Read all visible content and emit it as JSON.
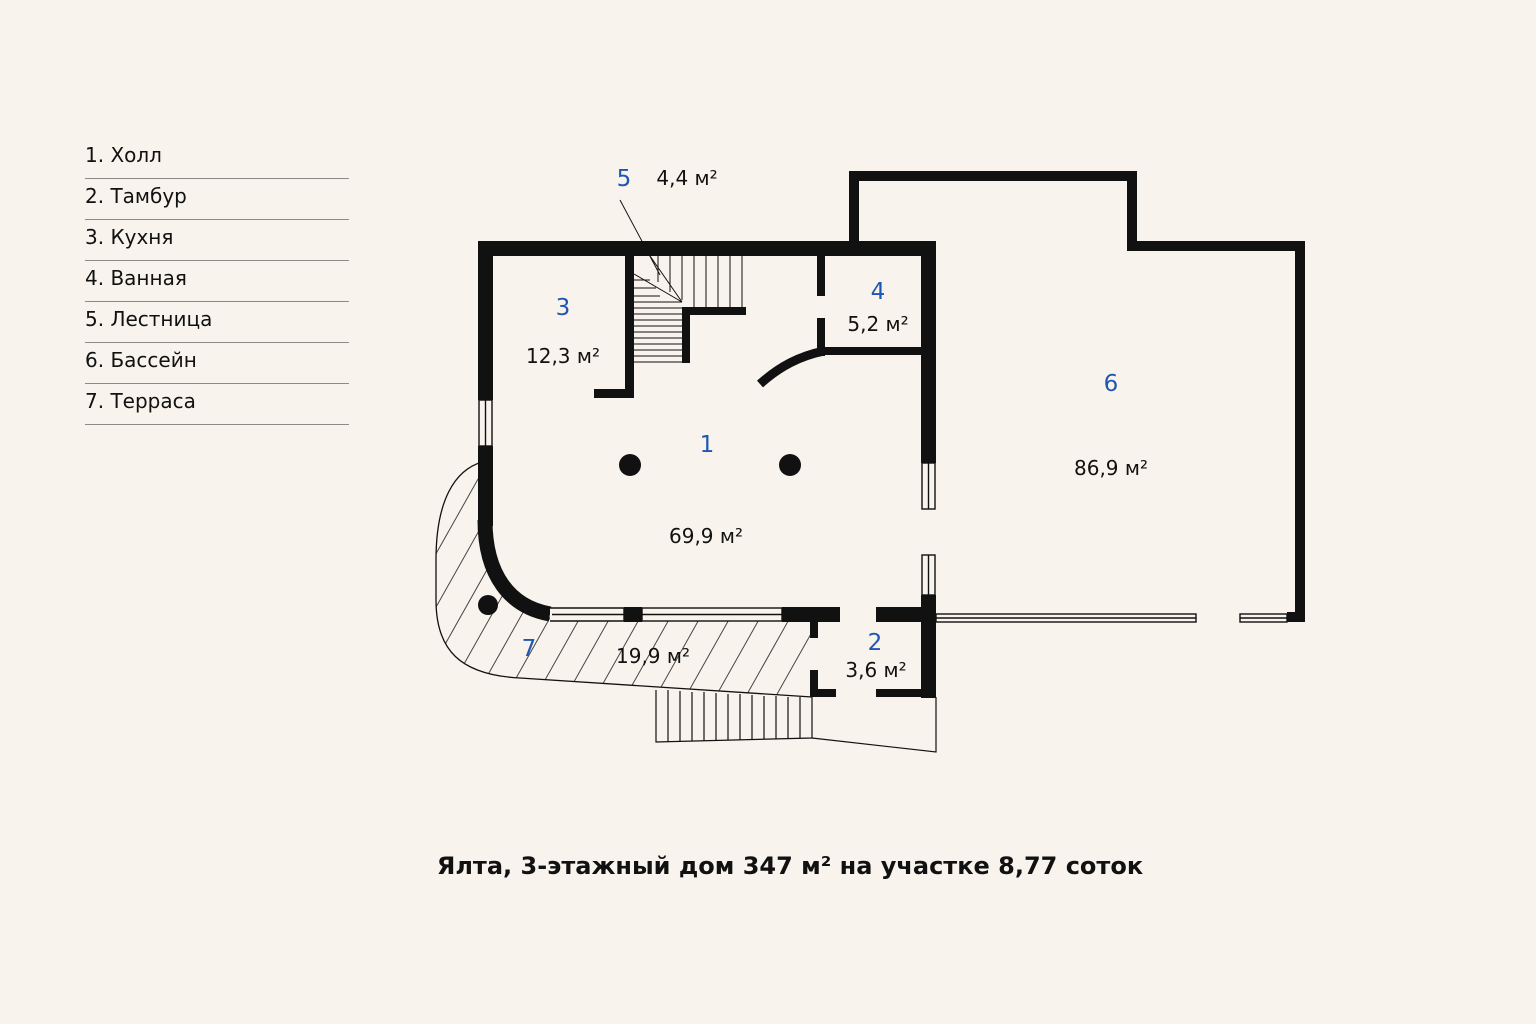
{
  "legend": [
    "1. Холл",
    "2. Тамбур",
    "3. Кухня",
    "4. Ванная",
    "5. Лестница",
    "6. Бассейн",
    "7. Терраса"
  ],
  "rooms": {
    "hall": {
      "number": "1",
      "area": "69,9 м²"
    },
    "vestibule": {
      "number": "2",
      "area": "3,6 м²"
    },
    "kitchen": {
      "number": "3",
      "area": "12,3 м²"
    },
    "bathroom": {
      "number": "4",
      "area": "5,2 м²"
    },
    "stairs": {
      "number": "5",
      "area": "4,4 м²"
    },
    "pool": {
      "number": "6",
      "area": "86,9 м²"
    },
    "terrace": {
      "number": "7",
      "area": "19,9 м²"
    }
  },
  "caption": "Ялта, 3-этажный дом 347 м² на участке 8,77 соток",
  "colors": {
    "background": "#f8f3ec",
    "wall": "#111111",
    "room_number": "#1e56b5"
  }
}
